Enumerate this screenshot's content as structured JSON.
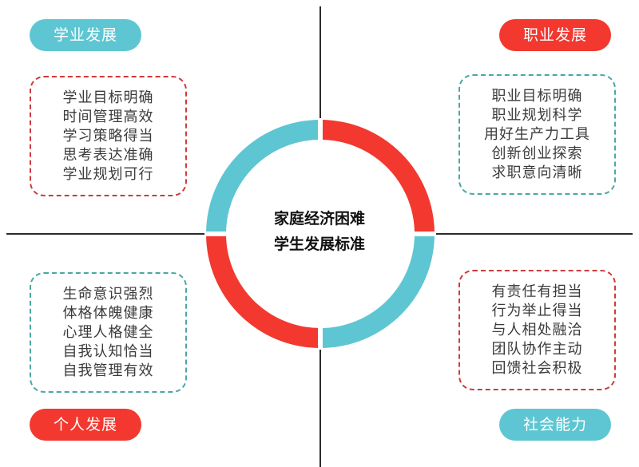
{
  "colors": {
    "teal": "#5ec6d2",
    "red": "#f2382f",
    "box_border_red": "#cc3b3b",
    "box_border_teal": "#4aa8a2"
  },
  "center": {
    "line1": "家庭经济困难",
    "line2": "学生发展标准"
  },
  "ring_segments": [
    {
      "quadrant": "top-right",
      "color": "#f2382f"
    },
    {
      "quadrant": "bottom-right",
      "color": "#5ec6d2"
    },
    {
      "quadrant": "bottom-left",
      "color": "#f2382f"
    },
    {
      "quadrant": "top-left",
      "color": "#5ec6d2"
    }
  ],
  "quadrants": {
    "academic": {
      "title": "学业发展",
      "items": [
        "学业目标明确",
        "时间管理高效",
        "学习策略得当",
        "思考表达准确",
        "学业规划可行"
      ]
    },
    "career": {
      "title": "职业发展",
      "items": [
        "职业目标明确",
        "职业规划科学",
        "用好生产力工具",
        "创新创业探索",
        "求职意向清晰"
      ]
    },
    "personal": {
      "title": "个人发展",
      "items": [
        "生命意识强烈",
        "体格体魄健康",
        "心理人格健全",
        "自我认知恰当",
        "自我管理有效"
      ]
    },
    "social": {
      "title": "社会能力",
      "items": [
        "有责任有担当",
        "行为举止得当",
        "与人相处融洽",
        "团队协作主动",
        "回馈社会积极"
      ]
    }
  }
}
